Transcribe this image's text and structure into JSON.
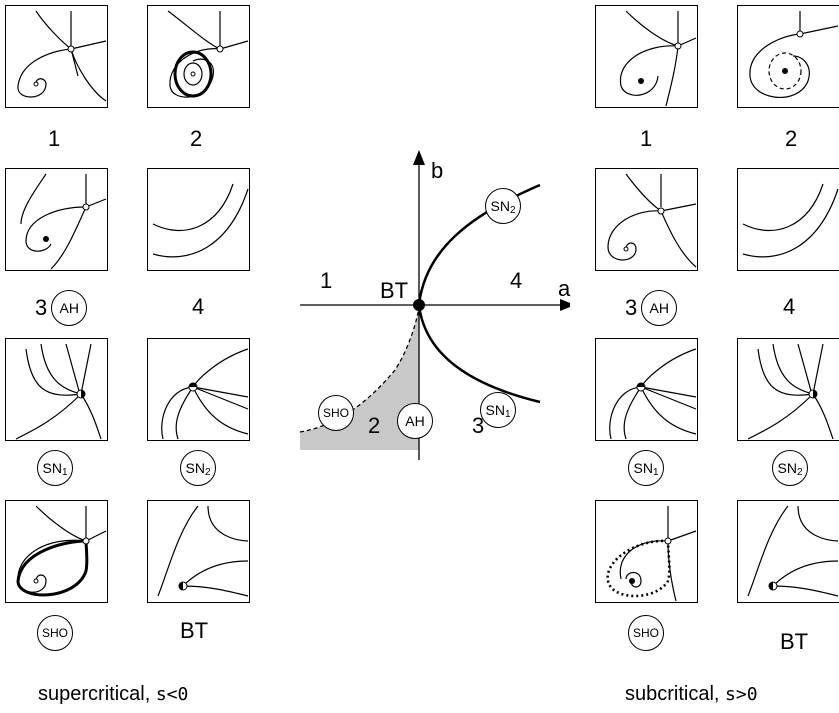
{
  "left_panel_labels": [
    "1",
    "2",
    "3",
    "4",
    "BT"
  ],
  "right_panel_labels": [
    "1",
    "2",
    "3",
    "4",
    "BT"
  ],
  "badges": {
    "ah": "AH",
    "sn": "SN",
    "sn1_sub": "1",
    "sn2_sub": "2",
    "sho": "SHO"
  },
  "center": {
    "axis_a": "a",
    "axis_b": "b",
    "bt": "BT",
    "region_1": "1",
    "region_2": "2",
    "region_3": "3",
    "region_4": "4",
    "sn": "SN",
    "sn1_sub": "1",
    "sn2_sub": "2",
    "sho": "SHO",
    "ah": "AH"
  },
  "captions": {
    "left_text": "supercritical, ",
    "left_math": "s<0",
    "right_text": "subcritical, ",
    "right_math": "s>0"
  },
  "colors": {
    "region_fill": "#c8c8c8"
  }
}
